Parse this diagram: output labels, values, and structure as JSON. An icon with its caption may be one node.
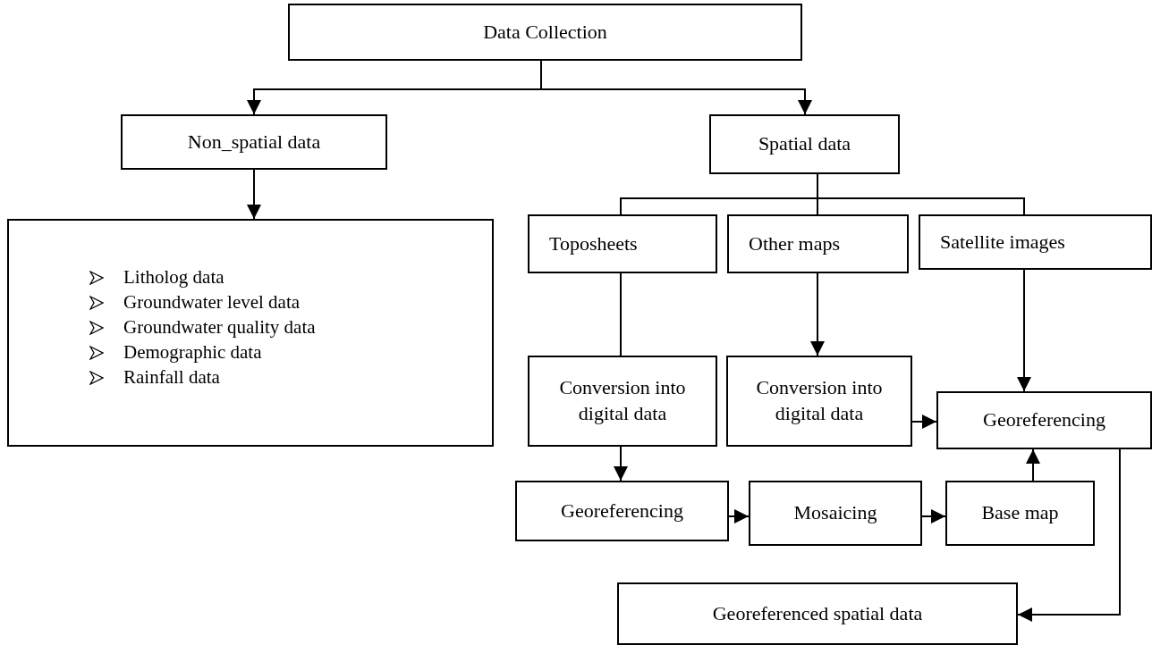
{
  "diagram": {
    "nodes": [
      {
        "text": [
          "Data Collection"
        ]
      },
      {
        "text": [
          "Non_spatial data"
        ]
      },
      {
        "text": [
          "Litholog data",
          "Groundwater level data",
          "Groundwater quality data",
          "Demographic data",
          "Rainfall data"
        ]
      },
      {
        "text": [
          "Spatial data"
        ]
      },
      {
        "text": [
          "Toposheets"
        ]
      },
      {
        "text": [
          "Other maps"
        ]
      },
      {
        "text": [
          "Satellite images"
        ]
      },
      {
        "text": [
          "Conversion into digital data"
        ]
      },
      {
        "text": [
          "Conversion into digital data"
        ]
      },
      {
        "text": [
          "Georeferencing"
        ]
      },
      {
        "text": [
          "Georeferencing"
        ]
      },
      {
        "text": [
          "Mosaicing"
        ]
      },
      {
        "text": [
          "Base map"
        ]
      },
      {
        "text": [
          "Georeferenced spatial data"
        ]
      }
    ],
    "edges": [
      {
        "from": 0,
        "to": 1,
        "arrow": "to"
      },
      {
        "from": 0,
        "to": 3,
        "arrow": "to"
      },
      {
        "from": 1,
        "to": 2,
        "arrow": "to"
      },
      {
        "from": 3,
        "to": 4,
        "arrow": "none"
      },
      {
        "from": 3,
        "to": 5,
        "arrow": "none"
      },
      {
        "from": 3,
        "to": 6,
        "arrow": "none"
      },
      {
        "from": 4,
        "to": 7,
        "arrow": "none"
      },
      {
        "from": 5,
        "to": 8,
        "arrow": "to"
      },
      {
        "from": 6,
        "to": 9,
        "arrow": "to"
      },
      {
        "from": 7,
        "to": 10,
        "arrow": "to"
      },
      {
        "from": 8,
        "to": 9,
        "arrow": "to"
      },
      {
        "from": 10,
        "to": 11,
        "arrow": "to"
      },
      {
        "from": 11,
        "to": 12,
        "arrow": "to"
      },
      {
        "from": 12,
        "to": 9,
        "arrow": "to"
      },
      {
        "from": 9,
        "to": 13,
        "arrow": "to"
      }
    ]
  }
}
